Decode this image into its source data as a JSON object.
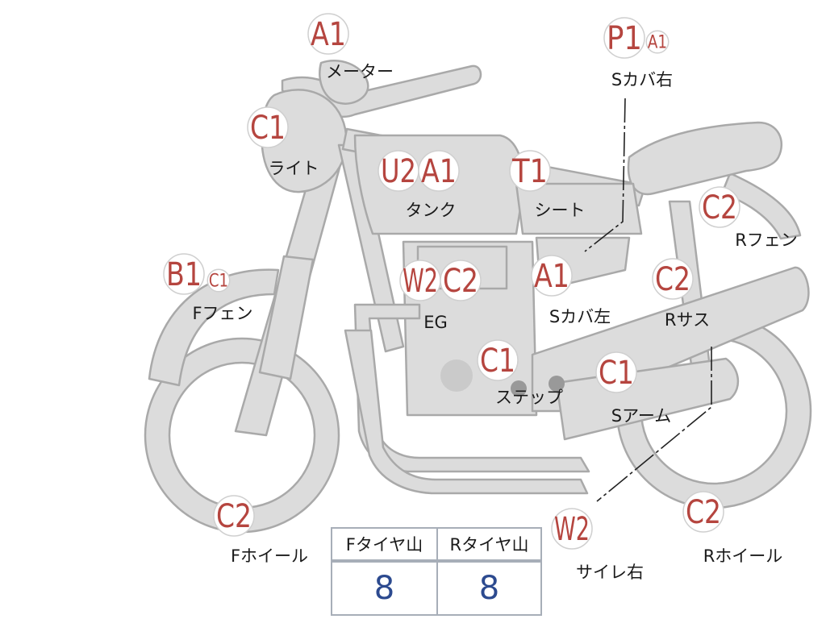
{
  "colors": {
    "grade_text": "#b5453f",
    "badge_fill": "#ffffff",
    "badge_stroke": "#cfcfcf",
    "body_fill": "#dcdcdc",
    "table_border": "#a7aeb8",
    "table_value": "#2c4a8f"
  },
  "parts": {
    "meter": {
      "label": "メーター",
      "grades": [
        "A1"
      ]
    },
    "light": {
      "label": "ライト",
      "grades": [
        "C1"
      ]
    },
    "tank": {
      "label": "タンク",
      "grades": [
        "U2",
        "A1"
      ]
    },
    "seat": {
      "label": "シート",
      "grades": [
        "T1"
      ]
    },
    "side_cover_right": {
      "label": "Sカバ右",
      "grades": [
        "P1",
        "A1"
      ]
    },
    "rear_fender": {
      "label": "Rフェン",
      "grades": [
        "C2"
      ]
    },
    "front_fender": {
      "label": "Fフェン",
      "grades": [
        "B1",
        "C1"
      ]
    },
    "engine": {
      "label": "EG",
      "grades": [
        "W2",
        "C2"
      ]
    },
    "side_cover_left": {
      "label": "Sカバ左",
      "grades": [
        "A1"
      ]
    },
    "rear_suspension": {
      "label": "Rサス",
      "grades": [
        "C2"
      ]
    },
    "step": {
      "label": "ステップ",
      "grades": [
        "C1"
      ]
    },
    "swing_arm": {
      "label": "Sアーム",
      "grades": [
        "C1"
      ]
    },
    "front_wheel": {
      "label": "Fホイール",
      "grades": [
        "C2"
      ]
    },
    "muffler_right": {
      "label": "サイレ右",
      "grades": [
        "W2"
      ]
    },
    "rear_wheel": {
      "label": "Rホイール",
      "grades": [
        "C2"
      ]
    }
  },
  "tire_tread": {
    "front_header": "Fタイヤ山",
    "rear_header": "Rタイヤ山",
    "front_value": "8",
    "rear_value": "8"
  }
}
